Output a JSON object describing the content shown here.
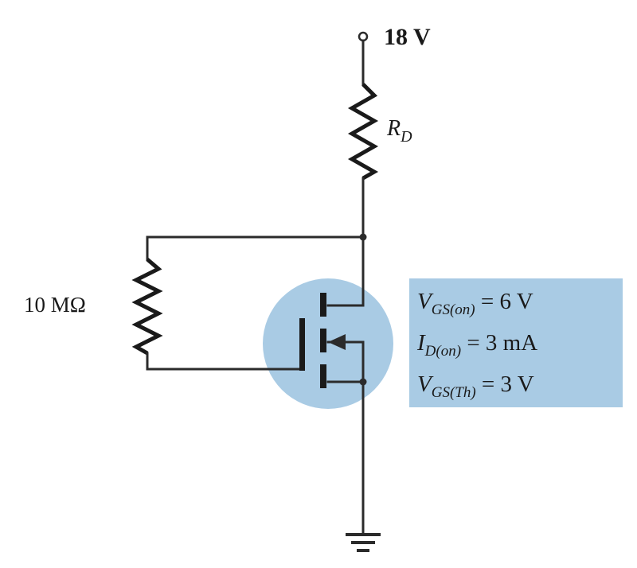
{
  "supply": {
    "label": "18 V"
  },
  "drain_resistor": {
    "symbol": "R",
    "subscript": "D"
  },
  "gate_resistor": {
    "label": "10 MΩ"
  },
  "specs": [
    {
      "symbol": "V",
      "subscript": "GS(on)",
      "rest": " = 6 V"
    },
    {
      "symbol": "I",
      "subscript": "D(on)",
      "rest": " = 3 mA"
    },
    {
      "symbol": "V",
      "subscript": "GS(Th)",
      "rest": " = 3 V"
    }
  ],
  "colors": {
    "transistor_highlight": "#a9cbe4",
    "spec_box": "#a9cbe4",
    "wire": "#2b2b2b"
  }
}
